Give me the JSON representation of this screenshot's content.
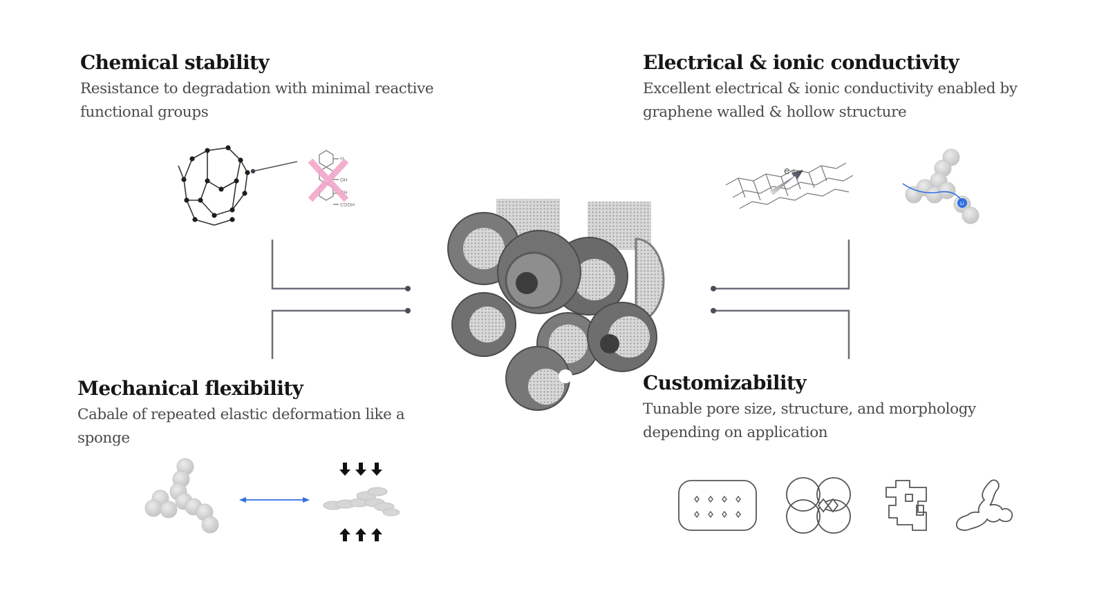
{
  "features": {
    "chemical": {
      "title": "Chemical stability",
      "description": "Resistance to degradation with minimal reactive functional groups",
      "labels": {
        "h": "H",
        "oh1": "OH",
        "oh2": "OH",
        "cooh": "COOH"
      }
    },
    "electrical": {
      "title": "Electrical & ionic conductivity",
      "description": "Excellent electrical & ionic conductivity enabled by graphene walled & hollow structure",
      "labels": {
        "electron": "e-",
        "ion": "Li"
      }
    },
    "mechanical": {
      "title": "Mechanical flexibility",
      "description": "Cabale of repeated elastic deformation like a sponge"
    },
    "customizability": {
      "title": "Customizability",
      "description": "Tunable pore size, structure, and morphology depending on application"
    }
  },
  "colors": {
    "connector": "#6b6e78",
    "cross_mark": "#f2a7c9",
    "accent_blue": "#2f6fe0",
    "sphere": "#d4d4d4"
  }
}
